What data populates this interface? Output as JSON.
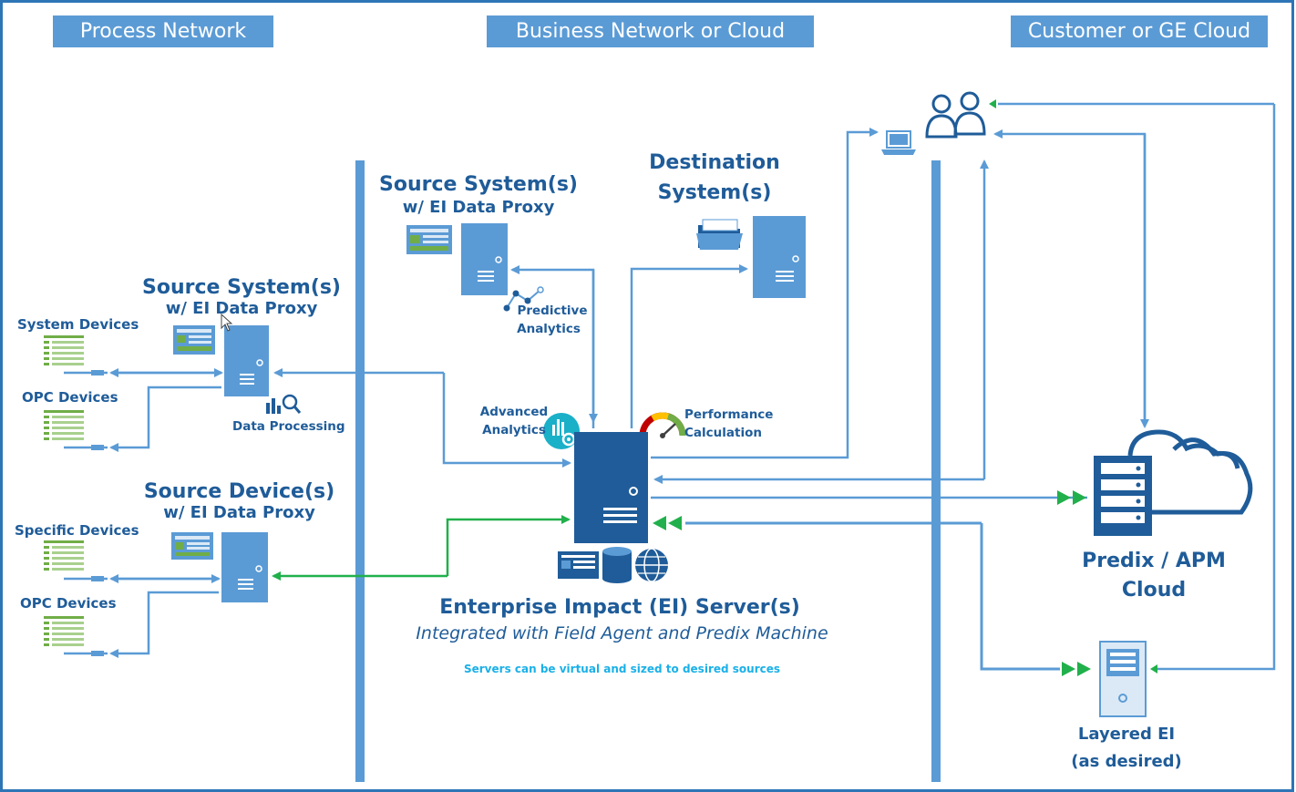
{
  "zones": {
    "process": "Process Network",
    "business": "Business Network or Cloud",
    "customer": "Customer or GE Cloud"
  },
  "process_network": {
    "source_system": {
      "title": "Source System(s)",
      "subtitle": "w/ EI Data Proxy"
    },
    "system_devices": "System Devices",
    "opc_devices_1": "OPC Devices",
    "data_processing": "Data Processing",
    "source_device": {
      "title": "Source Device(s)",
      "subtitle": "w/ EI Data Proxy"
    },
    "specific_devices": "Specific Devices",
    "opc_devices_2": "OPC Devices"
  },
  "business_network": {
    "source_system": {
      "title": "Source System(s)",
      "subtitle": "w/ EI Data Proxy"
    },
    "predictive_analytics": {
      "line1": "Predictive",
      "line2": "Analytics"
    },
    "destination": {
      "line1": "Destination",
      "line2": "System(s)"
    },
    "advanced_analytics": {
      "line1": "Advanced",
      "line2": "Analytics"
    },
    "performance_calculation": {
      "line1": "Performance",
      "line2": "Calculation"
    },
    "ei_server": {
      "title": "Enterprise Impact (EI) Server(s)",
      "subtitle": "Integrated with Field Agent and Predix Machine",
      "note": "Servers can be virtual and sized to desired sources"
    }
  },
  "customer_cloud": {
    "predix": {
      "line1": "Predix / APM",
      "line2": "Cloud"
    },
    "layered": {
      "line1": "Layered EI",
      "line2": "(as desired)"
    }
  },
  "colors": {
    "header_bg": "#5b9bd5",
    "label_text": "#1f5c99",
    "server_light": "#5b9bd5",
    "server_dark": "#1f5c99",
    "arrow_blue": "#5b9bd5",
    "arrow_green": "#21b04b",
    "device_green": "#70ad47",
    "note_cyan": "#1ab0e8"
  },
  "icons": [
    "server-icon",
    "document-list-icon",
    "dashboard-screen-icon",
    "chart-magnifier-icon",
    "network-graph-icon",
    "gear-analytics-icon",
    "gauge-icon",
    "folder-icon",
    "laptop-icon",
    "users-icon",
    "cloud-server-icon",
    "database-icon",
    "globe-icon",
    "tower-server-icon"
  ]
}
